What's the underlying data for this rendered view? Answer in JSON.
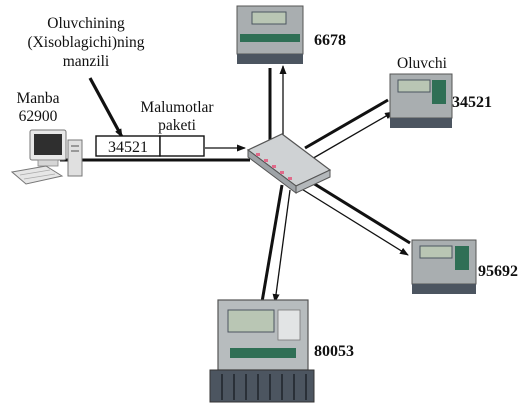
{
  "colors": {
    "line": "#111111",
    "meter_body": "#a9aeb0",
    "meter_dark": "#4c5560",
    "meter_green": "#2f6f55",
    "lcd": "#b9c6b4",
    "hub": "#c8cbcd",
    "hub_port": "#e06a8a",
    "computer_case": "#e8e8e8",
    "screen": "#2f2f2f"
  },
  "labels": {
    "address_title_line1": "Oluvchining",
    "address_title_line2": "(Xisoblagichi)ning",
    "address_title_line3": "manzili",
    "source_name": "Manba",
    "source_id": "62900",
    "packet_line1": "Malumotlar",
    "packet_line2": "paketi",
    "packet_address": "34521",
    "receiver_name": "Oluvchi"
  },
  "meters": [
    {
      "id": "meter-top",
      "number": "6678"
    },
    {
      "id": "meter-right-upper",
      "number": "34521"
    },
    {
      "id": "meter-right-lower",
      "number": "95692"
    },
    {
      "id": "meter-bottom",
      "number": "80053"
    }
  ],
  "icons": {
    "source": "computer-icon",
    "hub": "network-hub-icon",
    "meter": "electricity-meter-icon"
  }
}
